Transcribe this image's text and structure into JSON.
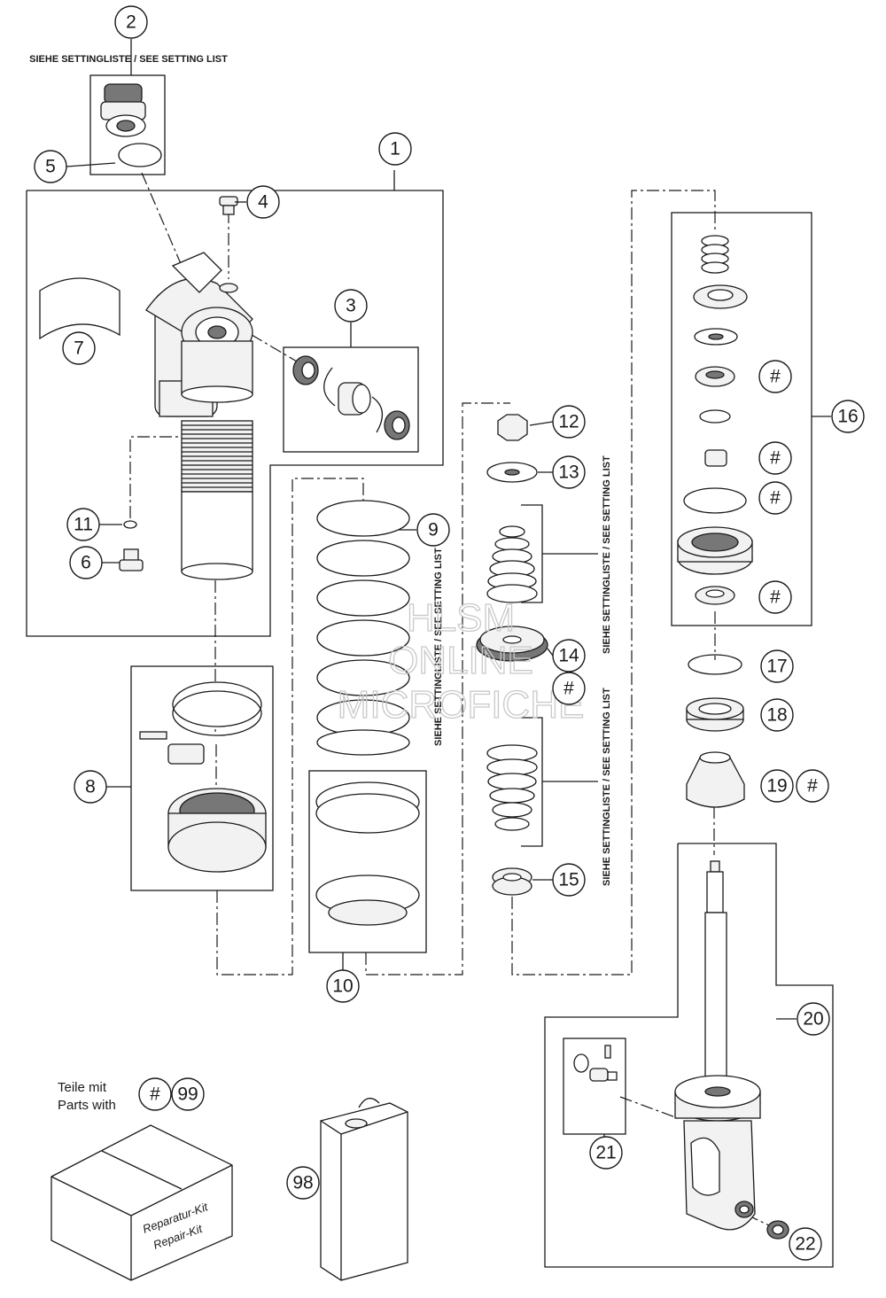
{
  "callouts": [
    {
      "id": "1",
      "label": "1"
    },
    {
      "id": "2",
      "label": "2"
    },
    {
      "id": "3",
      "label": "3"
    },
    {
      "id": "4",
      "label": "4"
    },
    {
      "id": "5",
      "label": "5"
    },
    {
      "id": "6",
      "label": "6"
    },
    {
      "id": "7",
      "label": "7"
    },
    {
      "id": "8",
      "label": "8"
    },
    {
      "id": "9",
      "label": "9"
    },
    {
      "id": "10",
      "label": "10"
    },
    {
      "id": "11",
      "label": "11"
    },
    {
      "id": "12",
      "label": "12"
    },
    {
      "id": "13",
      "label": "13"
    },
    {
      "id": "14",
      "label": "14"
    },
    {
      "id": "15",
      "label": "15"
    },
    {
      "id": "16",
      "label": "16"
    },
    {
      "id": "17",
      "label": "17"
    },
    {
      "id": "18",
      "label": "18"
    },
    {
      "id": "19",
      "label": "19"
    },
    {
      "id": "20",
      "label": "20"
    },
    {
      "id": "21",
      "label": "21"
    },
    {
      "id": "22",
      "label": "22"
    },
    {
      "id": "98",
      "label": "98"
    },
    {
      "id": "99",
      "label": "99"
    }
  ],
  "hash_symbol": "#",
  "notes": {
    "setting_list": "SIEHE SETTINGLISTE / SEE SETTING LIST"
  },
  "legend": {
    "line1": "Teile mit",
    "line2": "Parts with"
  },
  "repair_kit": {
    "line1": "Reparatur-Kit",
    "line2": "Repair-Kit"
  },
  "watermark": {
    "line1": "HLSM",
    "line2": "ONLINE",
    "line3": "MICROFICHE"
  }
}
